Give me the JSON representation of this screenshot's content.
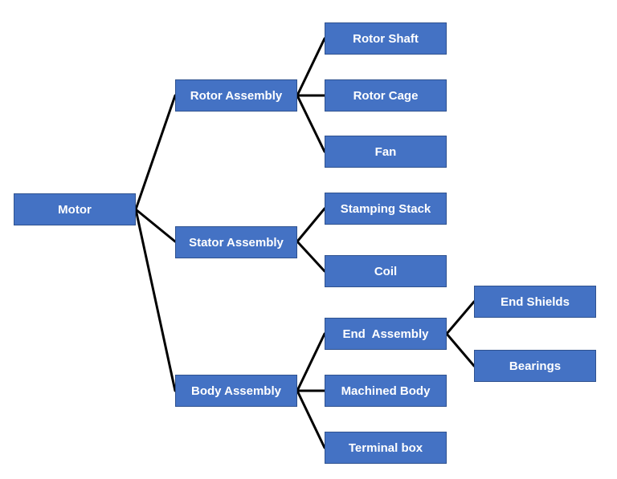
{
  "colors": {
    "node_fill": "#4472c4",
    "node_border": "#2f528f",
    "node_text": "#ffffff",
    "connector": "#000000"
  },
  "tree": {
    "root": {
      "label": "Motor",
      "children": [
        {
          "label": "Rotor Assembly",
          "children": [
            {
              "label": "Rotor Shaft"
            },
            {
              "label": "Rotor Cage"
            },
            {
              "label": "Fan"
            }
          ]
        },
        {
          "label": "Stator Assembly",
          "children": [
            {
              "label": "Stamping Stack"
            },
            {
              "label": "Coil"
            }
          ]
        },
        {
          "label": "Body Assembly",
          "children": [
            {
              "label": "End  Assembly",
              "children": [
                {
                  "label": "End Shields"
                },
                {
                  "label": "Bearings"
                }
              ]
            },
            {
              "label": "Machined Body"
            },
            {
              "label": "Terminal box"
            }
          ]
        }
      ]
    }
  }
}
